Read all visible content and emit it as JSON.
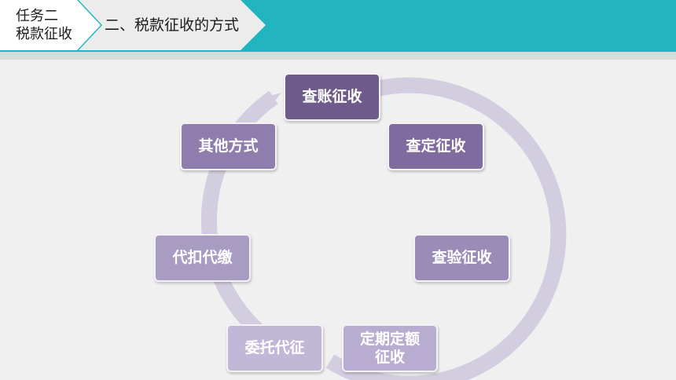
{
  "header": {
    "task_label_line1": "任务二",
    "task_label_line2": "税款征收",
    "section_title": "二、税款征收的方式"
  },
  "colors": {
    "header_bg": "#22b5bf",
    "ring": "#d3cde0"
  },
  "cycle": {
    "nodes": [
      {
        "label": "查账征收",
        "color": "#6f5b8b"
      },
      {
        "label": "查定征收",
        "color": "#806b9e"
      },
      {
        "label": "查验征收",
        "color": "#9b8bb7"
      },
      {
        "label": "定期定额征收",
        "line1": "定期定额",
        "line2": "征收",
        "color": "#b8add0"
      },
      {
        "label": "委托代征",
        "color": "#c1b7d6"
      },
      {
        "label": "代扣代缴",
        "color": "#a99cc2"
      },
      {
        "label": "其他方式",
        "color": "#8e7dad"
      }
    ]
  }
}
